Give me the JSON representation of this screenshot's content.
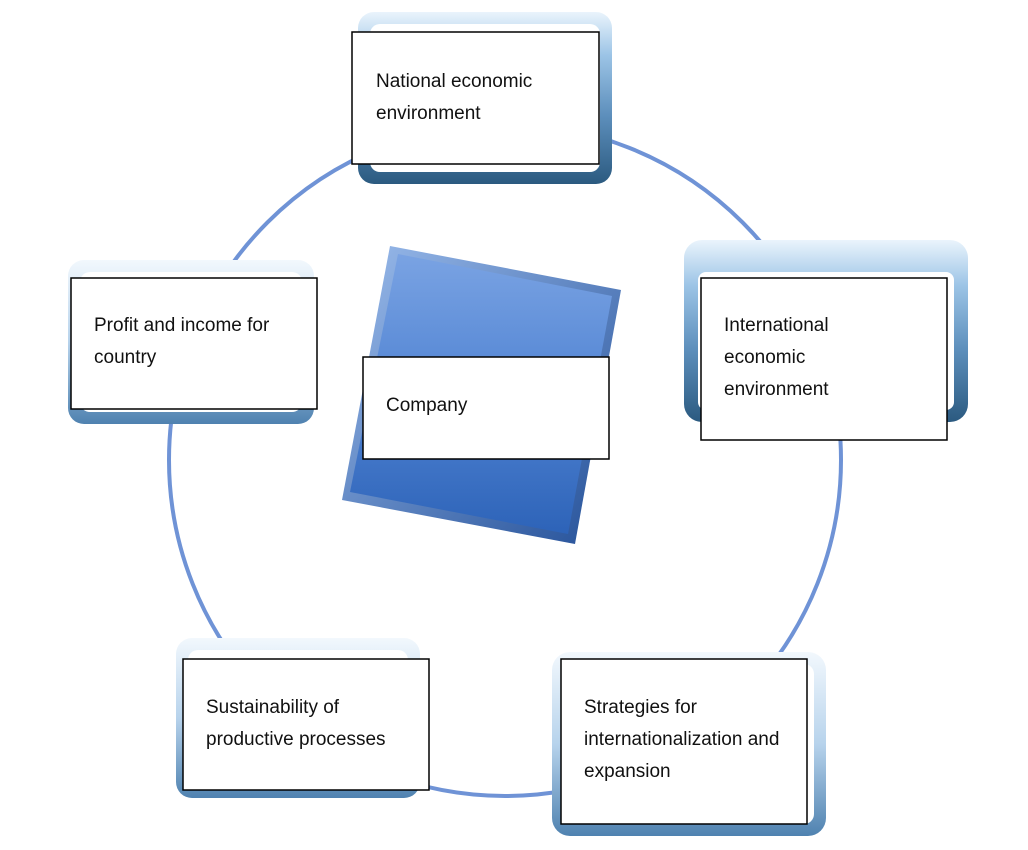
{
  "diagram": {
    "center": {
      "label": "Company"
    },
    "nodes": [
      {
        "id": "national",
        "label": "National economic environment"
      },
      {
        "id": "international",
        "label": "International economic environment"
      },
      {
        "id": "strategies",
        "label": "Strategies for internationalization and expansion"
      },
      {
        "id": "sustainability",
        "label": "Sustainability of productive processes"
      },
      {
        "id": "profit",
        "label": "Profit and income for country"
      }
    ],
    "colors": {
      "ring": "#6f93d6",
      "frame_dark": "#2e5f86",
      "frame_mid": "#7aa9d6",
      "frame_light": "#e4f1fb",
      "tile_fill": "#6a95d9",
      "tile_dark": "#2a5fb0",
      "box_fill": "#ffffff",
      "box_border": "#000000"
    }
  }
}
